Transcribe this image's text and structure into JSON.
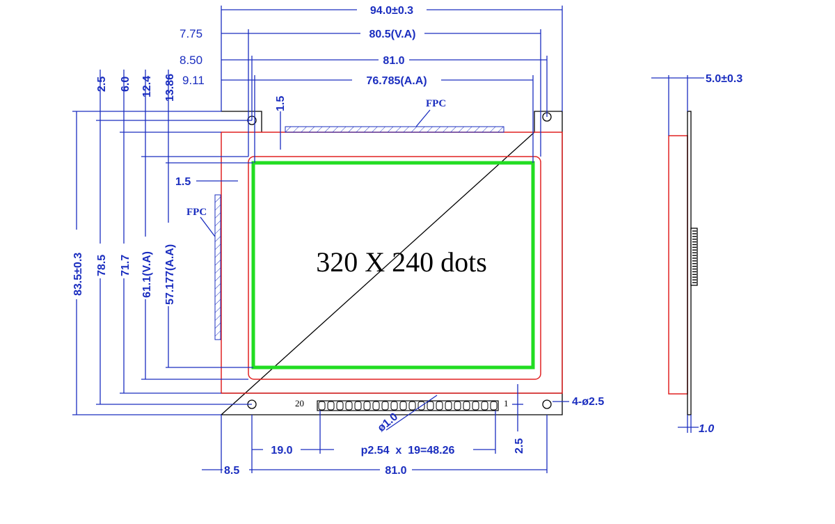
{
  "diagram": {
    "dims": {
      "overall_width": "94.0±0.3",
      "va_width": "80.5(V.A)",
      "va_left_offset": "7.75",
      "hole_span_top": "81.0",
      "hole_left_offset": "8.50",
      "aa_width": "76.785(A.A)",
      "aa_left_offset": "9.11",
      "fpc_gap_top": "1.5",
      "top_2_5": "2.5",
      "top_6_0": "6.0",
      "top_12_4": "12.4",
      "top_13_86": "13.86",
      "overall_height": "83.5±0.3",
      "h_78_5": "78.5",
      "h_71_7": "71.7",
      "va_height": "61.1(V.A)",
      "aa_height": "57.177(A.A)",
      "fpc_gap_left": "1.5",
      "hole_spec": "4-ø2.5",
      "pin_dia": "ø1.0",
      "pin_offset": "19.0",
      "pin_pitch": "p2.54  x  19=48.26",
      "pin_v_offset": "2.5",
      "bottom_left": "8.5",
      "bottom_span": "81.0",
      "thickness": "5.0±0.3",
      "pcb_thickness": "1.0"
    },
    "labels": {
      "fpc_top": "FPC",
      "fpc_left": "FPC",
      "resolution": "320 X 240 dots",
      "pin_first": "20",
      "pin_last": "1"
    },
    "colors": {
      "dimension": "#1a2dbf",
      "outline": "#e02020",
      "active_area": "#22dd22",
      "body": "#000000"
    }
  }
}
